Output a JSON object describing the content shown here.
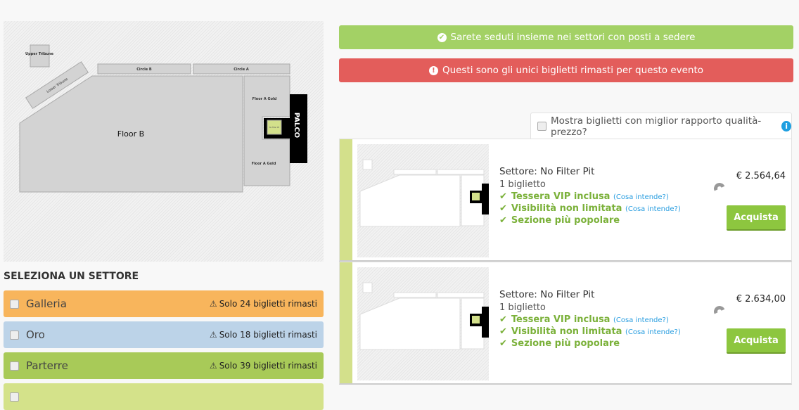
{
  "map": {
    "upper_tribune": "Upper Tribune",
    "lower_tribune": "Lower Tribune",
    "circle_b": "Circle B",
    "circle_a": "Circle A",
    "floor_b": "Floor B",
    "floor_a_gold_top": "Floor A Gold",
    "floor_a_gold_bottom": "Floor A Gold",
    "palco": "PALCO",
    "no_filter_pit": "No Filter Pit"
  },
  "sectors": {
    "heading": "SELEZIONA UN SETTORE",
    "items": [
      {
        "name": "Galleria",
        "remaining": "Solo 24 biglietti rimasti",
        "color": "#f8b55c"
      },
      {
        "name": "Oro",
        "remaining": "Solo 18 biglietti rimasti",
        "color": "#bcd3e8"
      },
      {
        "name": "Parterre",
        "remaining": "Solo 39 biglietti rimasti",
        "color": "#a8ca58"
      },
      {
        "name": "",
        "remaining": "",
        "color": "#d4e28a"
      }
    ]
  },
  "banners": {
    "seated": "Sarete seduti insieme nei settori con posti a sedere",
    "last": "Questi sono gli unici biglietti rimasti per questo evento"
  },
  "best_value": {
    "label": "Mostra biglietti con miglior rapporto qualità-prezzo?"
  },
  "listings": [
    {
      "sector": "Settore: No Filter Pit",
      "qty": "1 biglietto",
      "f1": "Tessera VIP inclusa",
      "f2": "Visibilità non limitata",
      "f3": "Sezione più popolare",
      "link": "(Cosa intende?)",
      "price": "€ 2.564,64",
      "buy": "Acquista"
    },
    {
      "sector": "Settore: No Filter Pit",
      "qty": "1 biglietto",
      "f1": "Tessera VIP inclusa",
      "f2": "Visibilità non limitata",
      "f3": "Sezione più popolare",
      "link": "(Cosa intende?)",
      "price": "€ 2.634,00",
      "buy": "Acquista"
    }
  ]
}
